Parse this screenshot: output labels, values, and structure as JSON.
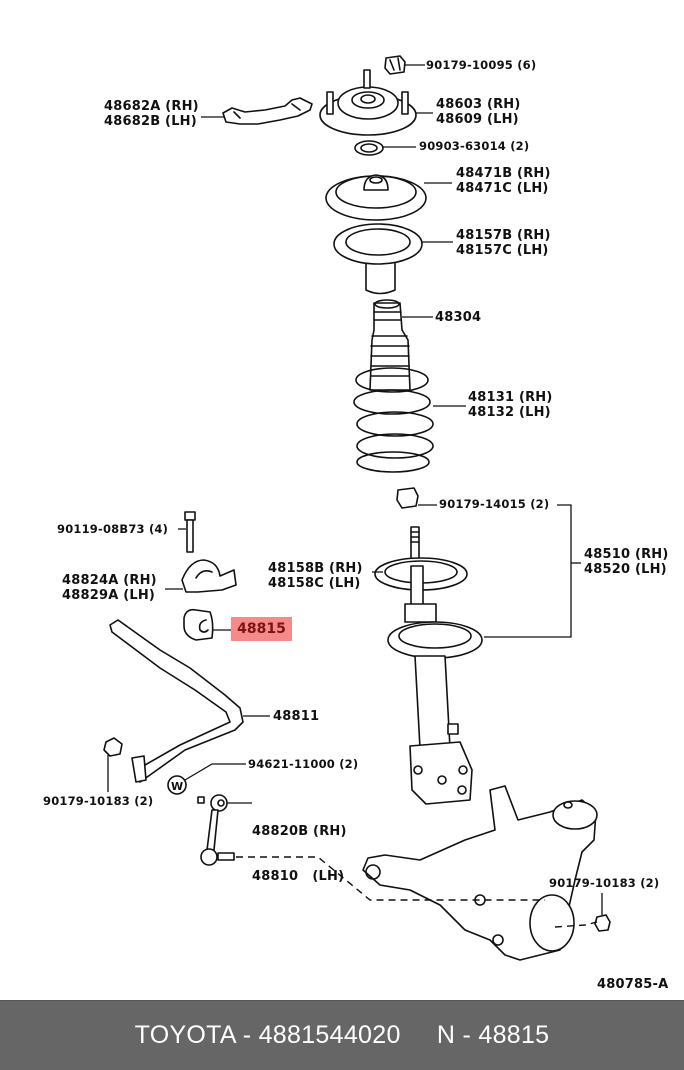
{
  "diagram": {
    "title_code": "480785-A",
    "highlighted_part": "48815",
    "highlight_color": "#f58a8a",
    "highlight_text_color": "#7a1414",
    "labels": {
      "nut_top": "90179-10095 (6)",
      "strut_mount_rh": "48603 (RH)",
      "strut_mount_lh": "48609 (LH)",
      "bracket_rh": "48682A (RH)",
      "bracket_lh": "48682B (LH)",
      "bearing": "90903-63014 (2)",
      "spring_seat_upper_rh": "48471B (RH)",
      "spring_seat_upper_lh": "48471C (LH)",
      "insulator_rh": "48157B (RH)",
      "insulator_lh": "48157C (LH)",
      "bump_stopper": "48304",
      "coil_spring_rh": "48131 (RH)",
      "coil_spring_lh": "48132 (LH)",
      "nut_strut": "90179-14015 (2)",
      "shock_absorber_rh": "48510 (RH)",
      "shock_absorber_lh": "48520 (LH)",
      "lower_insulator_rh": "48158B (RH)",
      "lower_insulator_lh": "48158C (LH)",
      "bolt_bracket": "90119-08B73 (4)",
      "stab_bracket_rh": "48824A (RH)",
      "stab_bracket_lh": "48829A (LH)",
      "stab_bushing": "48815",
      "stabilizer_bar": "48811",
      "washer": "94621-11000 (2)",
      "nut_left": "90179-10183 (2)",
      "link_rh": "48820B (RH)",
      "link_lh": "48810   (LH)",
      "nut_right": "90179-10183 (2)"
    }
  },
  "footer": {
    "brand_part": "TOYOTA - 4881544020",
    "ref": "N - 48815",
    "background": "#666666",
    "text_color": "#ffffff"
  }
}
